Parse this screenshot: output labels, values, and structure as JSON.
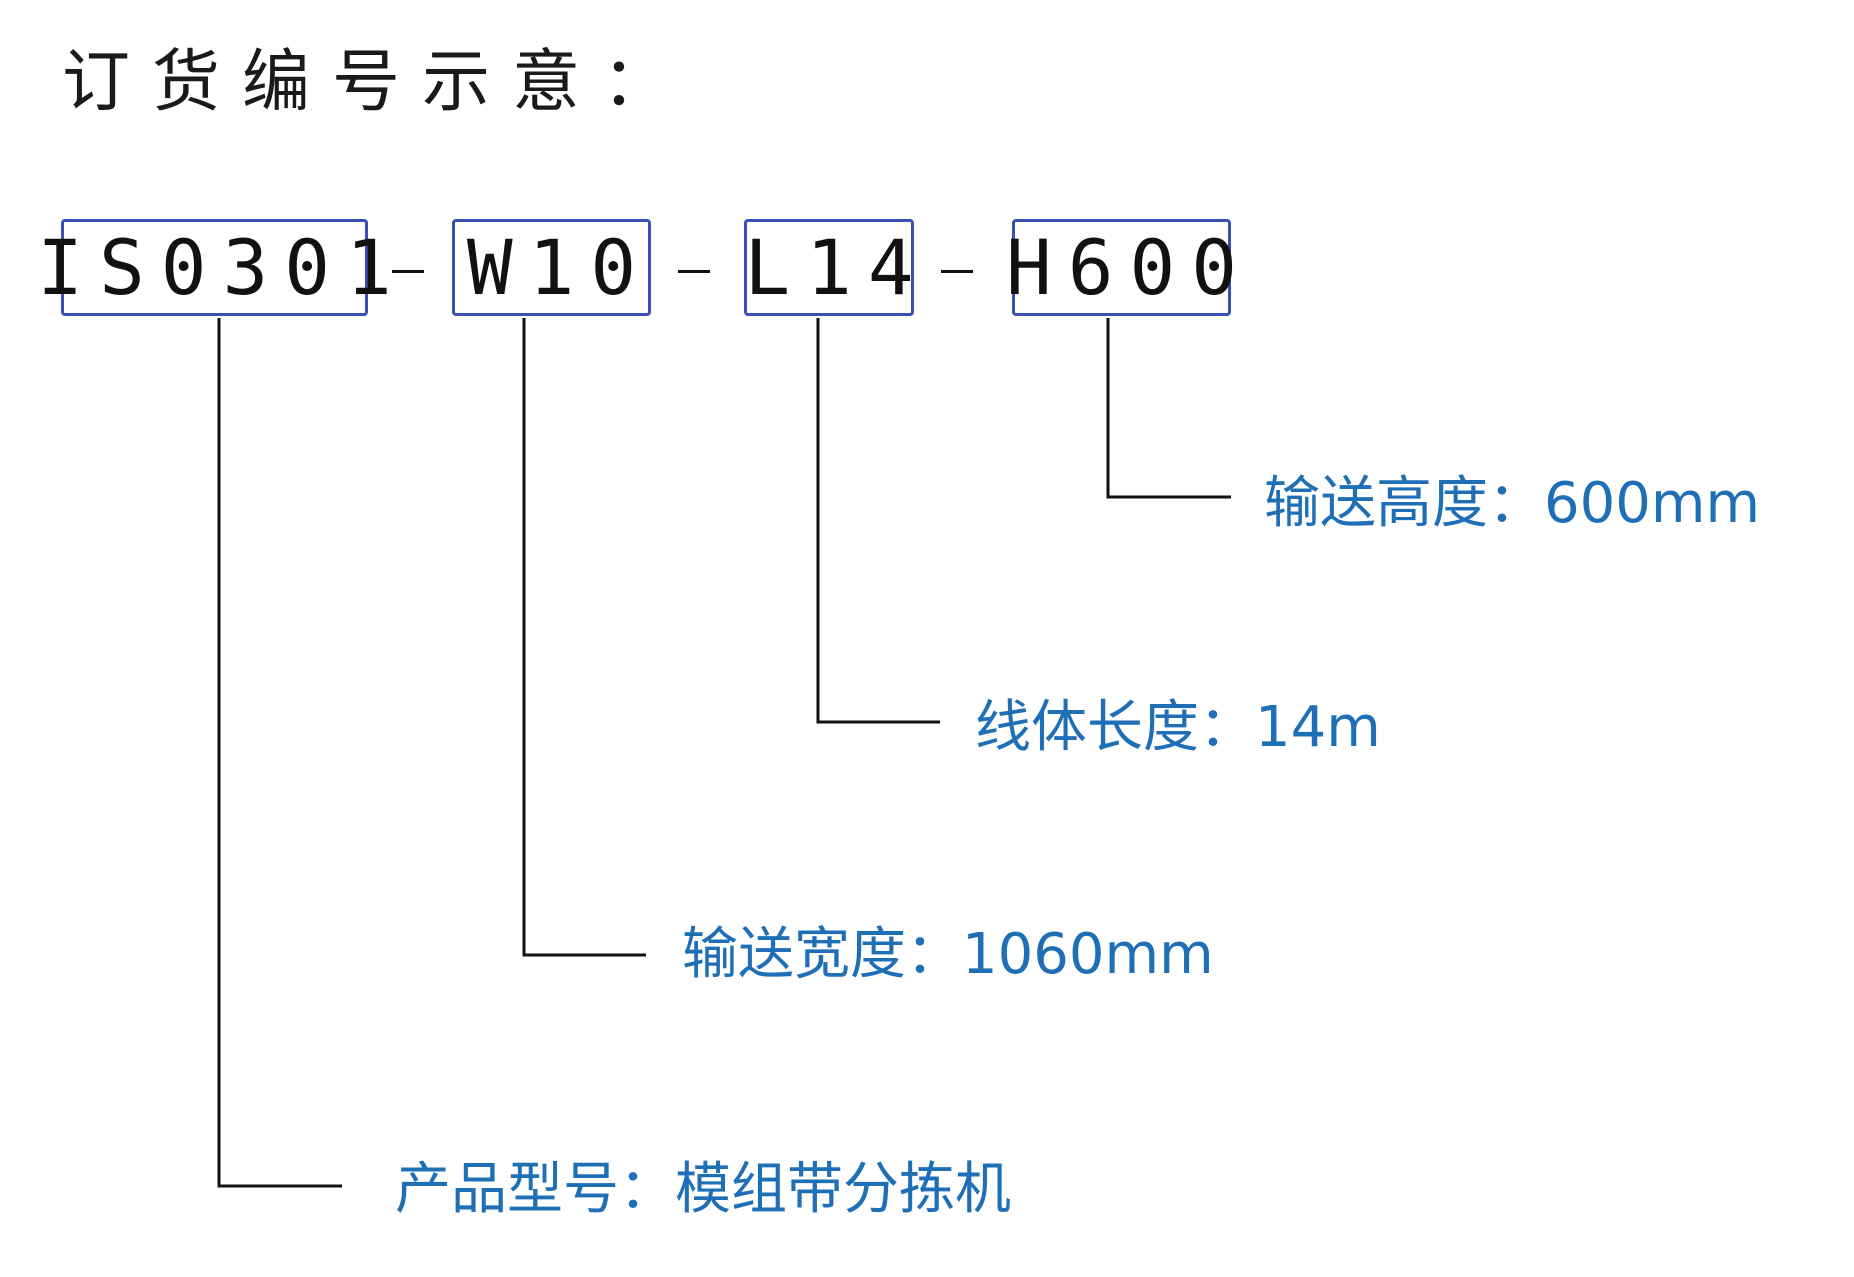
{
  "title": "订货编号示意：",
  "segments": [
    {
      "code": "IS0301",
      "description": "产品型号：模组带分拣机"
    },
    {
      "code": "W10",
      "description": "输送宽度：1060mm"
    },
    {
      "code": "L14",
      "description": "线体长度：14m"
    },
    {
      "code": "H600",
      "description": "输送高度：600mm"
    }
  ],
  "colors": {
    "box_border": "#3a4fb8",
    "description_text": "#1f6fb7",
    "line": "#111111",
    "code_text": "#111111"
  }
}
